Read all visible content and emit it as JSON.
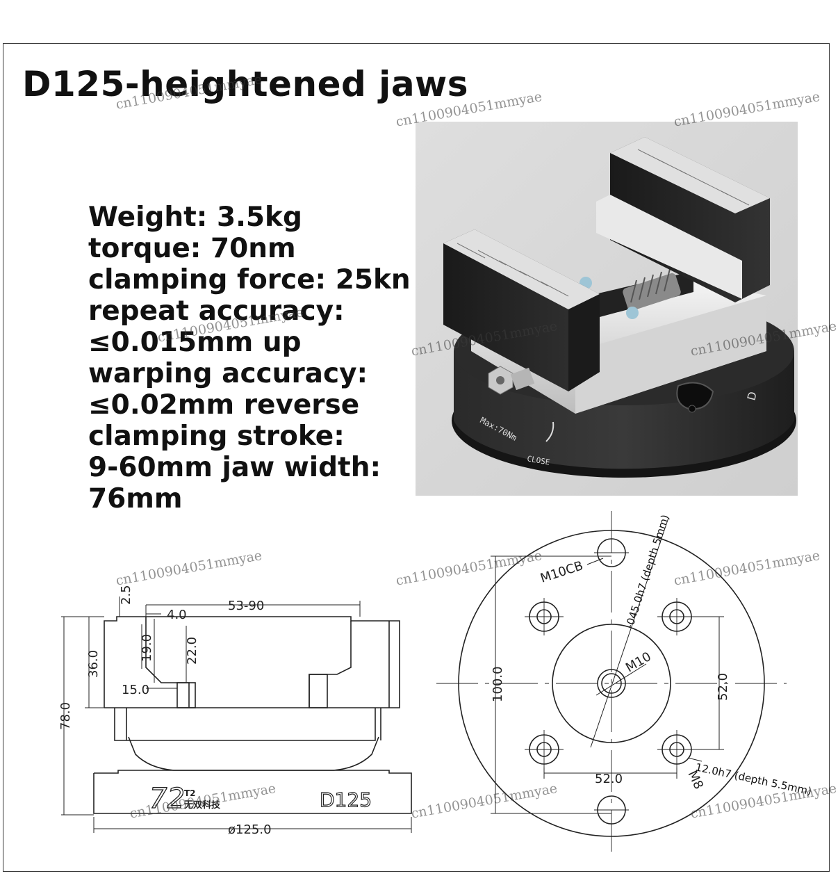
{
  "title": "D125-heightened jaws",
  "specs": [
    "Weight: 3.5kg",
    "torque: 70nm",
    "clamping force: 25kn",
    "repeat accuracy:",
    "≤0.015mm up",
    "warping accuracy:",
    "≤0.02mm reverse",
    "clamping stroke:",
    "9-60mm jaw width:",
    "76mm"
  ],
  "watermark": "cn1100904051mmyae",
  "photo": {
    "torque_mark": "Max:70Nm",
    "close_mark": "CLOSE",
    "side_mark": "D"
  },
  "side_view": {
    "dim_53_90": "53-90",
    "dim_2_5": "2.5",
    "dim_4_0": "4.0",
    "dim_19_0": "19.0",
    "dim_22_0": "22.0",
    "dim_36_0": "36.0",
    "dim_15_0": "15.0",
    "dim_78_0": "78.0",
    "dim_125_0": "ø125.0",
    "brand_cn": "无双科技",
    "brand_code": "T2",
    "model": "D125"
  },
  "top_view": {
    "hole_label": "M10CB",
    "center_thread": "M10",
    "bore_note": "-045.0h7 (depth 5mm)",
    "pin_note": "12.0h7 (depth 5.5mm)",
    "pin_thread": "M8",
    "dim_100": "100.0",
    "dim_52_v": "52.0",
    "dim_52_h": "52.0"
  }
}
